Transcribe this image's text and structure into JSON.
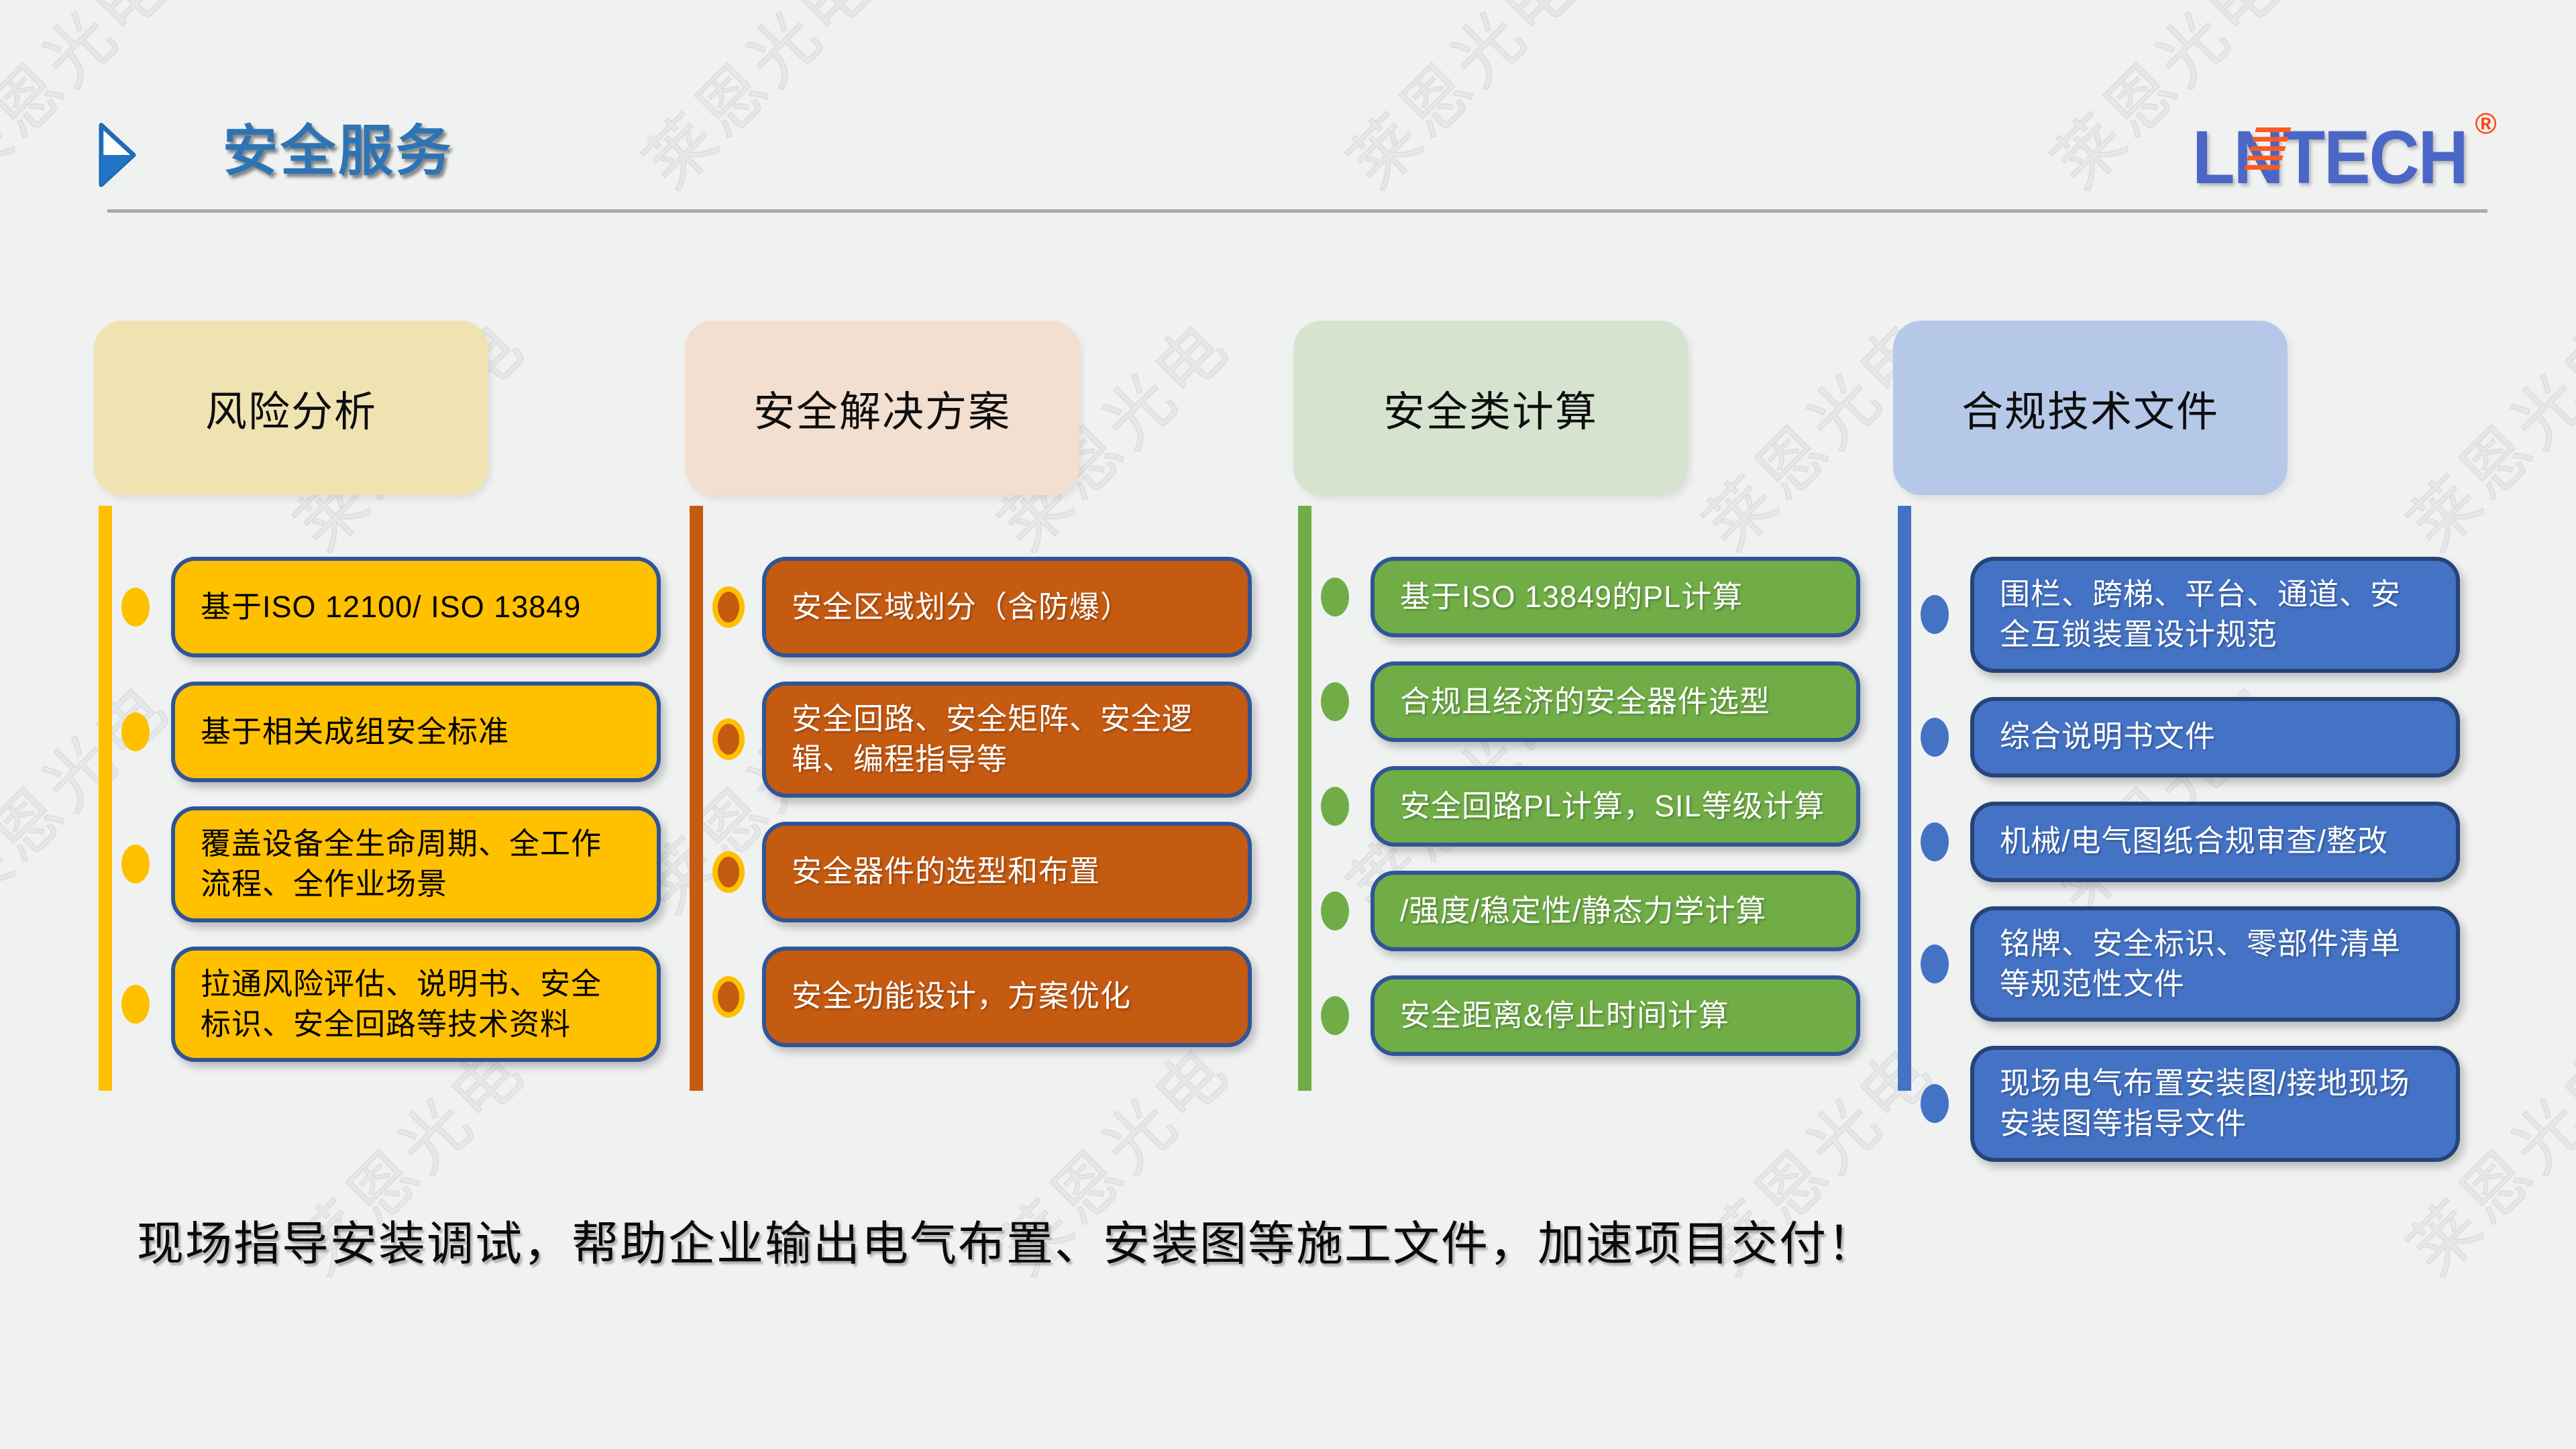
{
  "page": {
    "title": "安全服务",
    "watermark": "莱恩光电",
    "background": "#F0F1F1",
    "title_color": "#2E74B5",
    "bottom_note": "现场指导安装调试，帮助企业输出电气布置、安装图等施工文件，加速项目交付！"
  },
  "logo": {
    "text": "LNTECH",
    "registered": "®",
    "text_color": "#4A66C6",
    "accent_color": "#FF4713"
  },
  "columns": [
    {
      "header": "风险分析",
      "theme": {
        "header_bg": "#F0E3B2",
        "bar": "#FFC000",
        "item_bg": "#FFC000",
        "item_text": "#000000",
        "border": "#2F5597"
      },
      "items": [
        "基于ISO 12100/ ISO 13849",
        "基于相关成组安全标准",
        "覆盖设备全生命周期、全工作流程、全作业场景",
        "拉通风险评估、说明书、安全标识、安全回路等技术资料"
      ]
    },
    {
      "header": "安全解决方案",
      "theme": {
        "header_bg": "#F2DFD0",
        "bar": "#C55A11",
        "item_bg": "#C55A11",
        "item_text": "#FFFFFF",
        "border": "#2F5597"
      },
      "items": [
        "安全区域划分（含防爆）",
        "安全回路、安全矩阵、安全逻辑、编程指导等",
        "安全器件的选型和布置",
        "安全功能设计，方案优化"
      ]
    },
    {
      "header": "安全类计算",
      "theme": {
        "header_bg": "#D6E4CF",
        "bar": "#70AD47",
        "item_bg": "#70AD47",
        "item_text": "#FFFFFF",
        "border": "#2F5597"
      },
      "items": [
        "基于ISO 13849的PL计算",
        "合规且经济的安全器件选型",
        "安全回路PL计算，SIL等级计算",
        "/强度/稳定性/静态力学计算",
        "安全距离&停止时间计算"
      ]
    },
    {
      "header": "合规技术文件",
      "theme": {
        "header_bg": "#B6C8E8",
        "bar": "#4472C4",
        "item_bg": "#4472C4",
        "item_text": "#FFFFFF",
        "border": "#264478"
      },
      "items": [
        "围栏、跨梯、平台、通道、安全互锁装置设计规范",
        "综合说明书文件",
        "机械/电气图纸合规审查/整改",
        "铭牌、安全标识、零部件清单等规范性文件",
        "现场电气布置安装图/接地现场安装图等指导文件"
      ]
    }
  ]
}
